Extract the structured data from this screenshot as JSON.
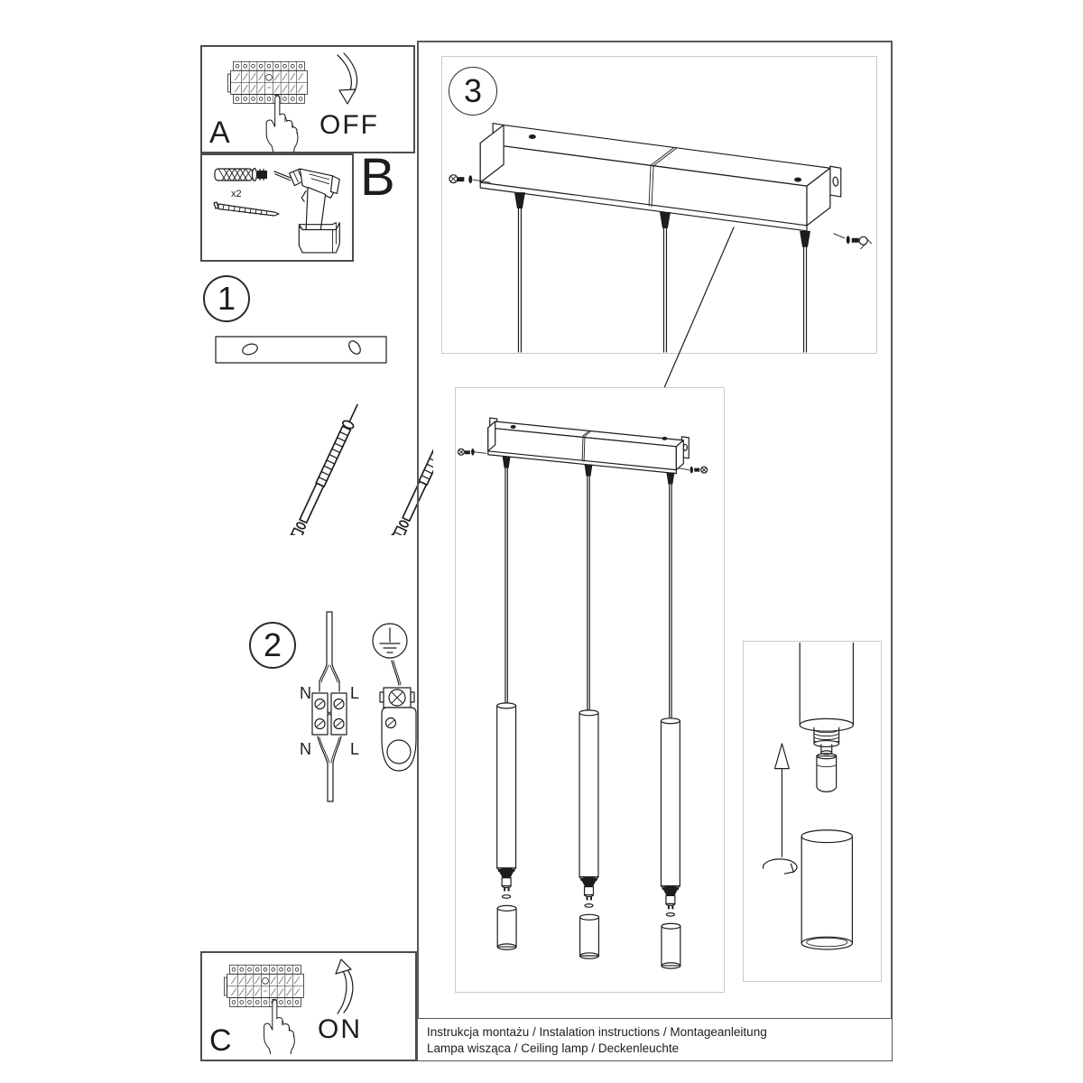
{
  "doc": {
    "step_a": {
      "label": "A",
      "action": "OFF"
    },
    "step_b": {
      "label": "B",
      "anchor_qty": "x2"
    },
    "step_1": {
      "label": "1"
    },
    "step_2": {
      "label": "2",
      "terminals": {
        "n_top": "N",
        "l_top": "L",
        "n_bottom": "N",
        "l_bottom": "L"
      }
    },
    "step_3": {
      "label": "3"
    },
    "step_c": {
      "label": "C",
      "action": "ON"
    },
    "title_block": {
      "line1": "Instrukcja montażu / Instalation instructions / Montageanleitung",
      "line2": "Lampa wisząca / Ceiling lamp / Deckenleuchte"
    },
    "colors": {
      "line": "#1d1d1b",
      "frame": "#58595b",
      "inner_border": "#c9cacb",
      "paper": "#ffffff"
    }
  }
}
